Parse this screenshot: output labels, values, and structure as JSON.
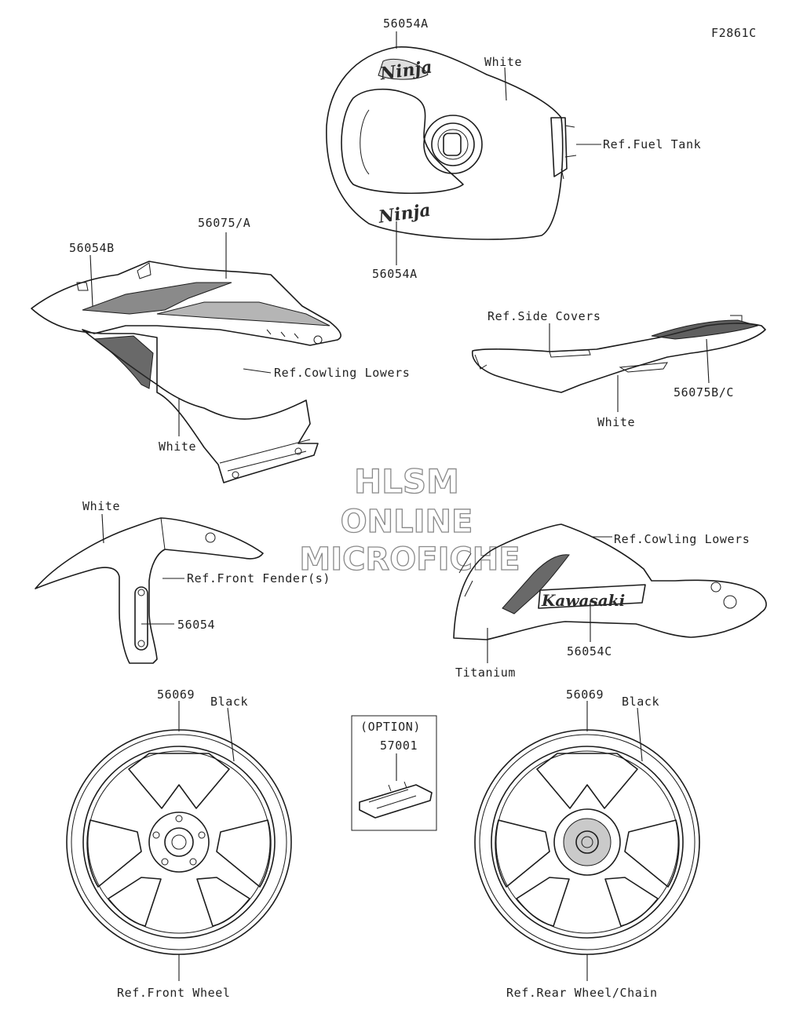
{
  "figure_code": "F2861C",
  "watermark": {
    "line1": "HLSM",
    "line2": "ONLINE",
    "line3": "MICROFICHE"
  },
  "logos": {
    "ninja": "Ninja",
    "kawasaki": "Kawasaki"
  },
  "labels": {
    "tank_top_part": "56054A",
    "tank_color": "White",
    "ref_fuel_tank": "Ref.Fuel Tank",
    "tank_bottom_part": "56054A",
    "cowl_part_a": "56075/A",
    "cowl_part_b": "56054B",
    "ref_cowling_lowers_1": "Ref.Cowling Lowers",
    "cowl_color": "White",
    "ref_side_covers": "Ref.Side Covers",
    "side_cover_part": "56075B/C",
    "side_cover_color": "White",
    "fender_color": "White",
    "ref_front_fender": "Ref.Front Fender(s)",
    "fender_part": "56054",
    "ref_cowling_lowers_2": "Ref.Cowling Lowers",
    "lower_part": "56054C",
    "lower_color": "Titanium",
    "front_wheel_part": "56069",
    "front_wheel_color": "Black",
    "ref_front_wheel": "Ref.Front Wheel",
    "option_heading": "(OPTION)",
    "option_part": "57001",
    "rear_wheel_part": "56069",
    "rear_wheel_color": "Black",
    "ref_rear_wheel": "Ref.Rear Wheel/Chain"
  }
}
